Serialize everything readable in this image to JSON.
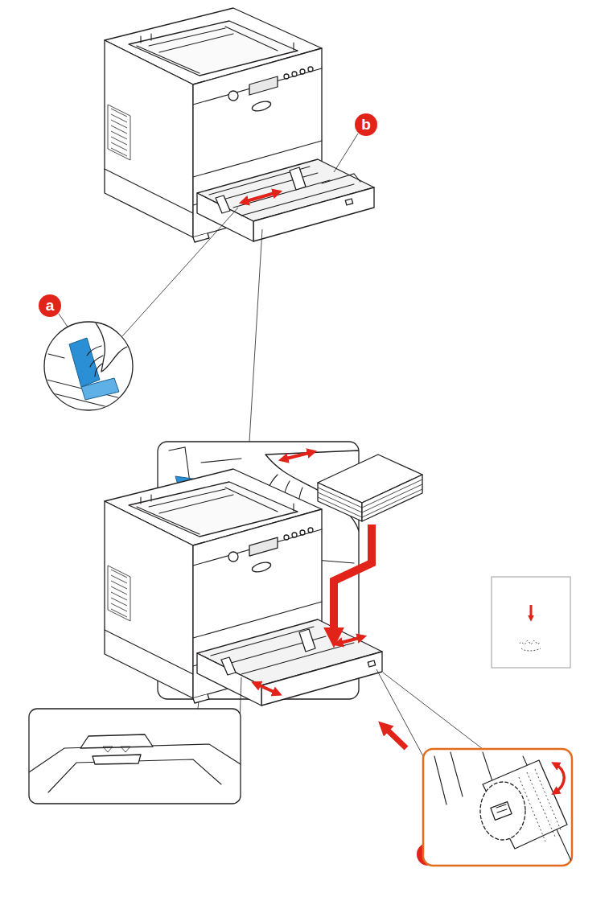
{
  "diagram": {
    "labels": [
      "a",
      "b",
      "b",
      "c"
    ]
  }
}
